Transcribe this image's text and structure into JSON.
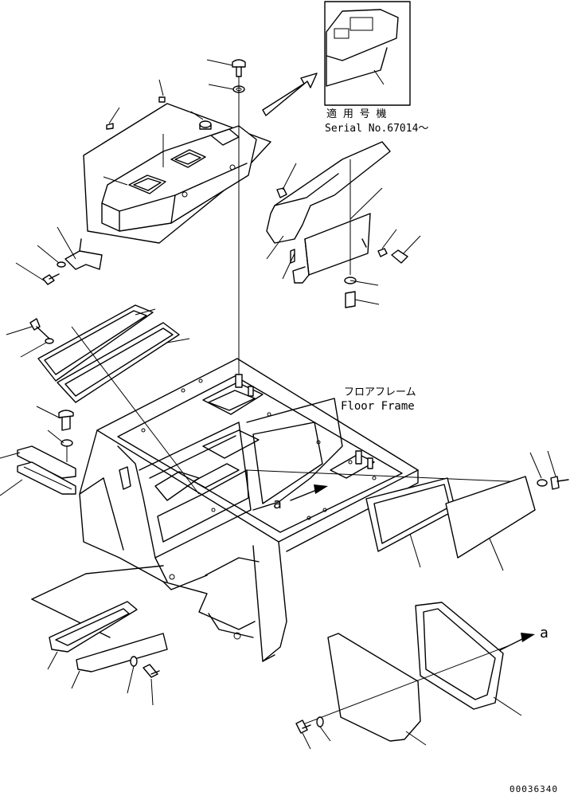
{
  "serial_note": {
    "jp": "適 用 号 機",
    "en": "Serial No.67014～"
  },
  "floor_frame": {
    "jp": "フロアフレーム",
    "en": "Floor Frame"
  },
  "view_marker": "a",
  "drawing_number": "00036340"
}
